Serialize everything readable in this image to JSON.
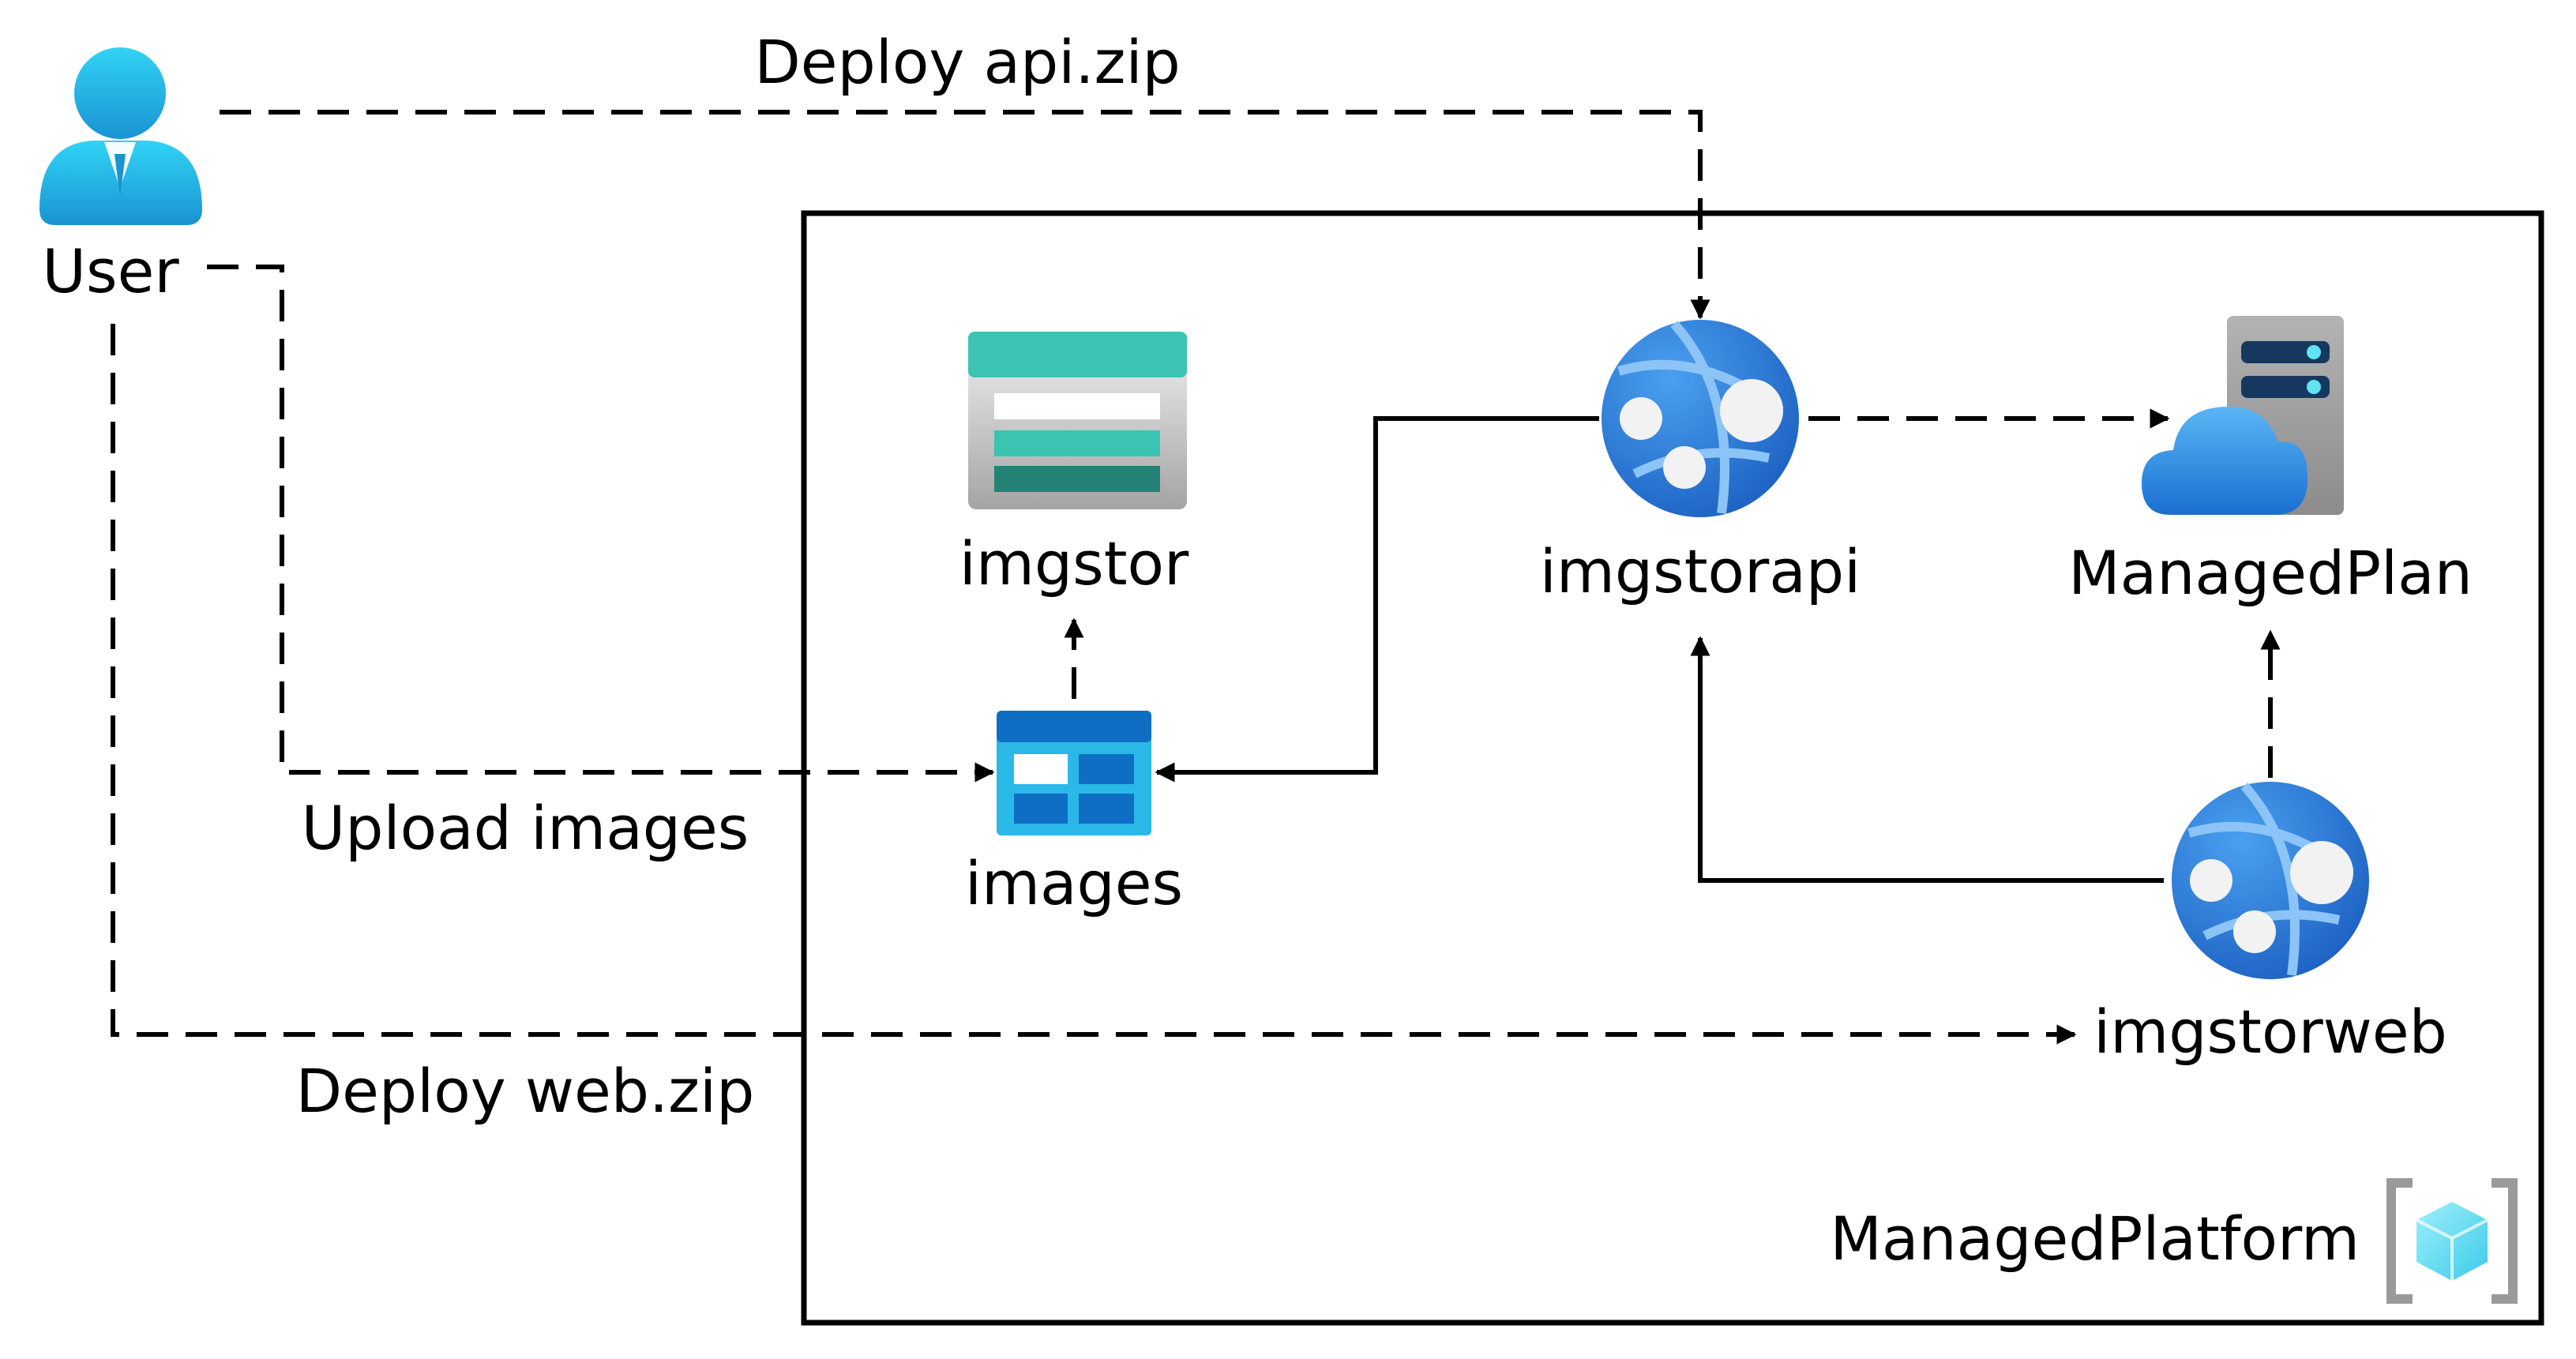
{
  "diagram": {
    "nodes": {
      "user": {
        "label": "User",
        "icon": "user-icon"
      },
      "imgstor": {
        "label": "imgstor",
        "icon": "storage-account-icon"
      },
      "images": {
        "label": "images",
        "icon": "blob-container-icon"
      },
      "imgstorapi": {
        "label": "imgstorapi",
        "icon": "web-app-icon"
      },
      "managedplan": {
        "label": "ManagedPlan",
        "icon": "app-service-plan-icon"
      },
      "imgstorweb": {
        "label": "imgstorweb",
        "icon": "web-app-icon"
      },
      "platform": {
        "label": "ManagedPlatform",
        "icon": "resource-group-icon"
      }
    },
    "edges": [
      {
        "from": "user",
        "to": "imgstorapi",
        "label": "Deploy api.zip",
        "style": "dashed"
      },
      {
        "from": "user",
        "to": "images",
        "label": "Upload images",
        "style": "dashed"
      },
      {
        "from": "user",
        "to": "imgstorweb",
        "label": "Deploy web.zip",
        "style": "dashed"
      },
      {
        "from": "images",
        "to": "imgstor",
        "label": "",
        "style": "dashed"
      },
      {
        "from": "imgstorapi",
        "to": "images",
        "label": "",
        "style": "solid"
      },
      {
        "from": "imgstorapi",
        "to": "managedplan",
        "label": "",
        "style": "dashed"
      },
      {
        "from": "imgstorweb",
        "to": "managedplan",
        "label": "",
        "style": "dashed"
      },
      {
        "from": "imgstorweb",
        "to": "imgstorapi",
        "label": "",
        "style": "solid"
      }
    ]
  },
  "colors": {
    "web_app_blue": "#2b79d8",
    "storage_teal": "#3cc3b2",
    "container_blue": "#1c8fd8",
    "user_cyan": "#2ab8e8",
    "frame": "#000000"
  }
}
